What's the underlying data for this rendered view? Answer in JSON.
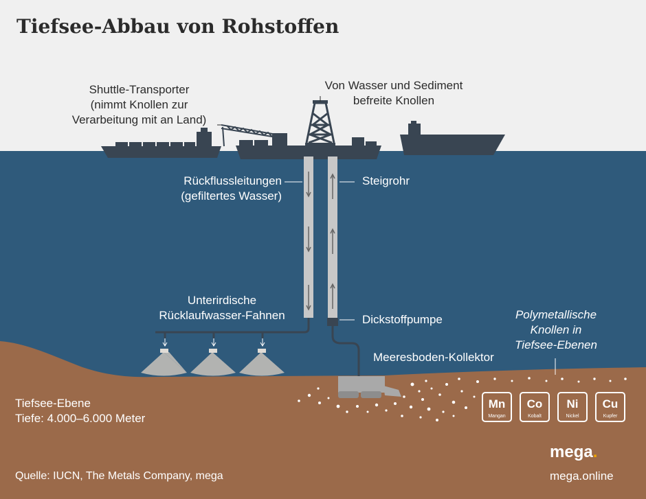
{
  "title": "Tiefsee-Abbau von Rohstoffen",
  "labels": {
    "shuttle": [
      "Shuttle-Transporter",
      "(nimmt Knollen zur",
      "Verarbeitung mit an Land)"
    ],
    "freed_nodules": [
      "Von Wasser und Sediment",
      "befreite Knollen"
    ],
    "return_lines": [
      "Rückflussleitungen",
      "(gefiltertes Wasser)"
    ],
    "riser": "Steigrohr",
    "plumes": [
      "Unterirdische",
      "Rücklaufwasser-Fahnen"
    ],
    "pump": "Dickstoffpumpe",
    "collector": "Meeresboden-Kollektor",
    "nodules": [
      "Polymetallische",
      "Knollen in",
      "Tiefsee-Ebenen"
    ],
    "plain": [
      "Tiefsee-Ebene",
      "Tiefe: 4.000–6.000 Meter"
    ]
  },
  "elements": [
    {
      "symbol": "Mn",
      "name": "Mangan"
    },
    {
      "symbol": "Co",
      "name": "Kobalt"
    },
    {
      "symbol": "Ni",
      "name": "Nickel"
    },
    {
      "symbol": "Cu",
      "name": "Kupfer"
    }
  ],
  "source": "Quelle:  IUCN, The Metals Company, mega",
  "brand": {
    "name": "mega",
    "dot": ".",
    "url": "mega.online"
  },
  "colors": {
    "sky": "#f0f0f0",
    "sea": "#2f5a7b",
    "seafloor": "#9b6a4a",
    "ship": "#394552",
    "pipe": "#c8c8c8",
    "text_dark": "#2b2b2b",
    "text_light": "#ffffff",
    "accent": "#f0a500"
  }
}
